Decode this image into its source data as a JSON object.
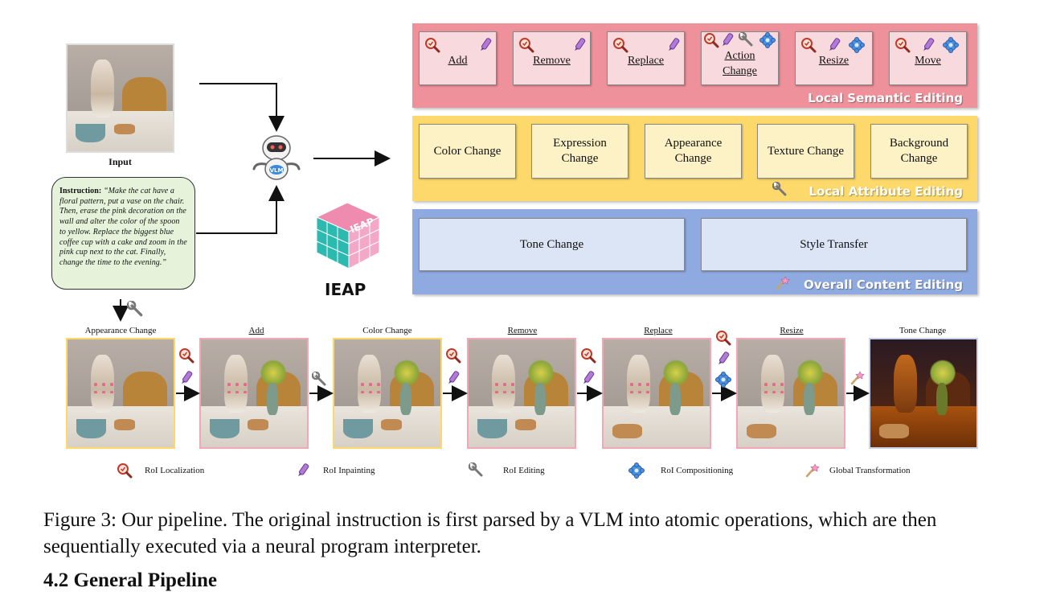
{
  "input": {
    "label": "Input"
  },
  "instruction": {
    "prefix": "Instruction:",
    "text": "“Make the cat have a floral pattern, put a vase on the chair. Then, erase the pink decoration on the wall and alter the color of the spoon to yellow. Replace the biggest blue coffee cup with a cake and zoom in the pink cup next to the cat. Finally, change the time to the evening.”"
  },
  "vlm": {
    "badge": "VLM"
  },
  "ieap": {
    "cube_text": "IEAP",
    "label": "IEAP"
  },
  "local_semantic": {
    "title": "Local Semantic Editing",
    "items": [
      {
        "line1": "Add",
        "line2": ""
      },
      {
        "line1": "Remove",
        "line2": ""
      },
      {
        "line1": "Replace",
        "line2": ""
      },
      {
        "line1": "Action",
        "line2": "Change"
      },
      {
        "line1": "Resize",
        "line2": ""
      },
      {
        "line1": "Move",
        "line2": ""
      }
    ]
  },
  "local_attribute": {
    "title": "Local Attribute Editing",
    "items": [
      {
        "line1": "Color Change",
        "line2": ""
      },
      {
        "line1": "Expression",
        "line2": "Change"
      },
      {
        "line1": "Appearance",
        "line2": "Change"
      },
      {
        "line1": "Texture Change",
        "line2": ""
      },
      {
        "line1": "Background",
        "line2": "Change"
      }
    ]
  },
  "overall": {
    "title": "Overall Content Editing",
    "items": [
      "Tone Change",
      "Style Transfer"
    ]
  },
  "sequence": [
    {
      "label": "Appearance Change",
      "underlined": false
    },
    {
      "label": "Add",
      "underlined": true
    },
    {
      "label": "Color Change",
      "underlined": false
    },
    {
      "label": "Remove",
      "underlined": true
    },
    {
      "label": "Replace",
      "underlined": true
    },
    {
      "label": "Resize",
      "underlined": true
    },
    {
      "label": "Tone Change",
      "underlined": false
    }
  ],
  "legend": [
    {
      "icon": "magnifier-icon",
      "label": "RoI Localization"
    },
    {
      "icon": "crayon-icon",
      "label": "RoI Inpainting"
    },
    {
      "icon": "wrench-icon",
      "label": "RoI Editing"
    },
    {
      "icon": "puzzle-icon",
      "label": "RoI Compositioning"
    },
    {
      "icon": "wand-icon",
      "label": "Global Transformation"
    }
  ],
  "caption": "Figure 3: Our pipeline. The original instruction is first parsed by a VLM into atomic operations, which are then sequentially executed via a neural program interpreter.",
  "section_heading": "4.2    General Pipeline",
  "colors": {
    "semantic_panel": "#ee919b",
    "attribute_panel": "#fcd96a",
    "overall_panel": "#8eaae0",
    "instruction_bg": "#e6f3da"
  }
}
